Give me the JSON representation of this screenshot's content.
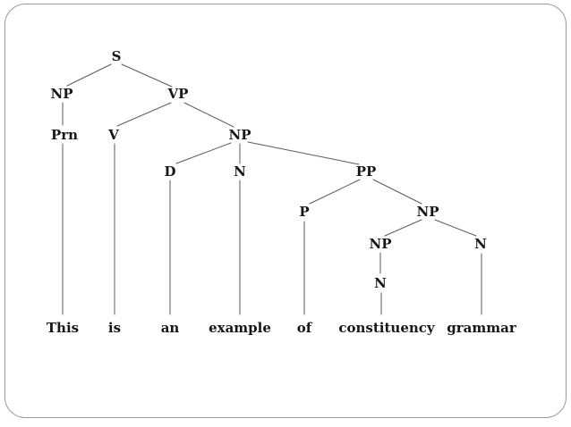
{
  "diagram": {
    "type": "constituency-parse-tree",
    "sentence": "This is an example of constituency grammar",
    "bracketed_structure": "[S [NP [Prn This]] [VP [V is] [NP [D an] [N example] [PP [P of] [NP [NP [N constituency]] [N grammar]]]]]]",
    "colors": {
      "text": "#171717",
      "edge": "#5a5a5a",
      "frame_border": "#9a9a9a",
      "background": "#ffffff"
    },
    "nodes": {
      "s": {
        "label": "S"
      },
      "np_subject": {
        "label": "NP"
      },
      "vp": {
        "label": "VP"
      },
      "prn": {
        "label": "Prn"
      },
      "v": {
        "label": "V"
      },
      "np_object": {
        "label": "NP"
      },
      "d": {
        "label": "D"
      },
      "n_head": {
        "label": "N"
      },
      "pp": {
        "label": "PP"
      },
      "p": {
        "label": "P"
      },
      "np_pp_object": {
        "label": "NP"
      },
      "np_modifier": {
        "label": "NP"
      },
      "n_final": {
        "label": "N"
      },
      "n_modifier": {
        "label": "N"
      }
    },
    "edges": [
      {
        "from": "s",
        "to": "np_subject"
      },
      {
        "from": "s",
        "to": "vp"
      },
      {
        "from": "np_subject",
        "to": "prn"
      },
      {
        "from": "vp",
        "to": "v"
      },
      {
        "from": "vp",
        "to": "np_object"
      },
      {
        "from": "np_object",
        "to": "d"
      },
      {
        "from": "np_object",
        "to": "n_head"
      },
      {
        "from": "np_object",
        "to": "pp"
      },
      {
        "from": "pp",
        "to": "p"
      },
      {
        "from": "pp",
        "to": "np_pp_object"
      },
      {
        "from": "np_pp_object",
        "to": "np_modifier"
      },
      {
        "from": "np_pp_object",
        "to": "n_final"
      },
      {
        "from": "np_modifier",
        "to": "n_modifier"
      },
      {
        "from": "prn",
        "to": "This"
      },
      {
        "from": "v",
        "to": "is"
      },
      {
        "from": "d",
        "to": "an"
      },
      {
        "from": "n_head",
        "to": "example"
      },
      {
        "from": "p",
        "to": "of"
      },
      {
        "from": "n_modifier",
        "to": "constituency"
      },
      {
        "from": "n_final",
        "to": "grammar"
      }
    ],
    "words": [
      "This",
      "is",
      "an",
      "example",
      "of",
      "constituency",
      "grammar"
    ]
  }
}
